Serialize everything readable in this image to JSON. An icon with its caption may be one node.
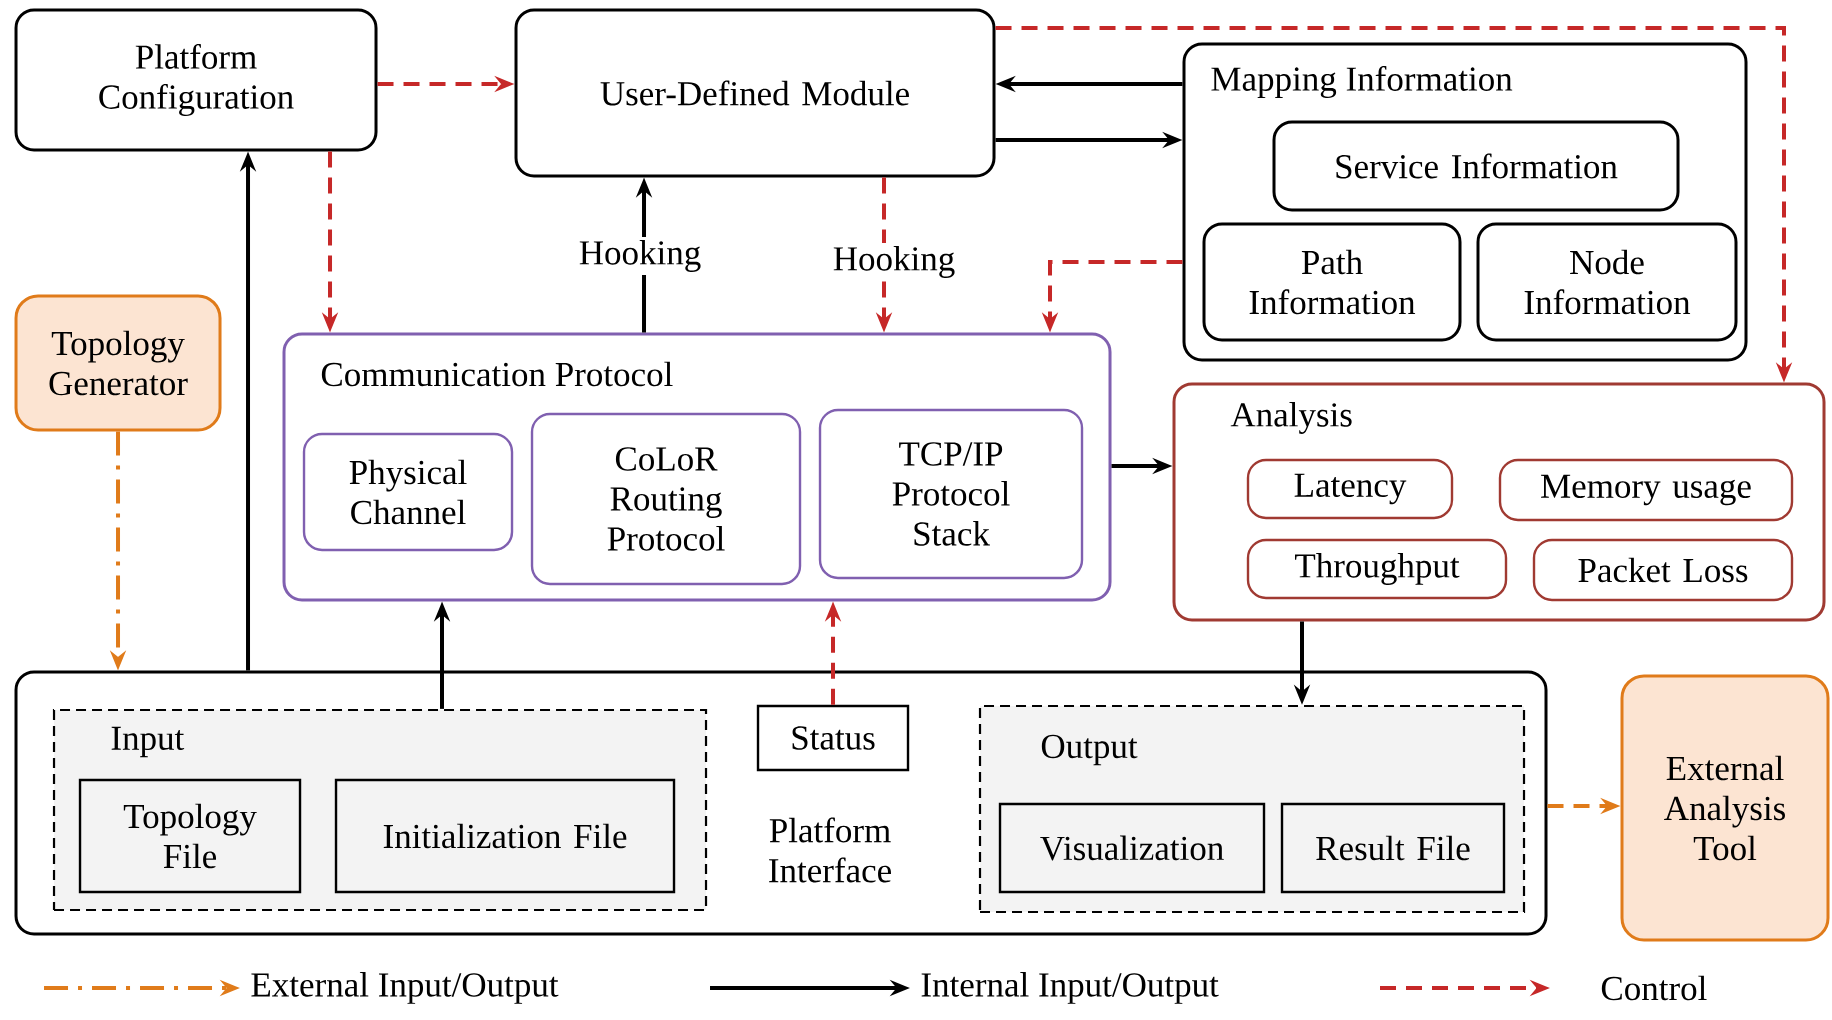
{
  "diagram": {
    "nodes": [
      {
        "text": [
          "Platform Configuration"
        ]
      },
      {
        "text": [
          "User-Defined Module"
        ]
      },
      {
        "text": [
          "Mapping Information"
        ]
      },
      {
        "text": [
          "Service Information"
        ],
        "in": 2
      },
      {
        "text": [
          "Path Information"
        ],
        "in": 2
      },
      {
        "text": [
          "Node Information"
        ],
        "in": 2
      },
      {
        "text": [
          "Topology Generator"
        ]
      },
      {
        "text": [
          "Communication Protocol"
        ]
      },
      {
        "text": [
          "Physical Channel"
        ],
        "in": 7
      },
      {
        "text": [
          "CoLoR Routing Protocol"
        ],
        "in": 7
      },
      {
        "text": [
          "TCP/IP Protocol Stack"
        ],
        "in": 7
      },
      {
        "text": [
          "Analysis"
        ]
      },
      {
        "text": [
          "Latency"
        ],
        "in": 11
      },
      {
        "text": [
          "Memory usage"
        ],
        "in": 11
      },
      {
        "text": [
          "Throughput"
        ],
        "in": 11
      },
      {
        "text": [
          "Packet Loss"
        ],
        "in": 11
      },
      {
        "text": [
          "Platform Interface"
        ]
      },
      {
        "text": [
          "Input"
        ],
        "in": 16
      },
      {
        "text": [
          "Topology File"
        ],
        "in": 17
      },
      {
        "text": [
          "Initialization File"
        ],
        "in": 17
      },
      {
        "text": [
          "Status"
        ],
        "in": 16
      },
      {
        "text": [
          "Output"
        ],
        "in": 16
      },
      {
        "text": [
          "Visualization"
        ],
        "in": 21
      },
      {
        "text": [
          "Result File"
        ],
        "in": 21
      },
      {
        "text": [
          "External Analysis Tool"
        ]
      }
    ],
    "edges": [
      {
        "from": 0,
        "to": 1,
        "arrow": "to",
        "style": "dashed",
        "color": "#c62828"
      },
      {
        "from": 0,
        "to": 7,
        "arrow": "to",
        "style": "dashed",
        "color": "#c62828"
      },
      {
        "from": 16,
        "to": 0,
        "arrow": "to"
      },
      {
        "from": 7,
        "to": 1,
        "arrow": "to",
        "label": "Hooking"
      },
      {
        "from": 1,
        "to": 7,
        "arrow": "to",
        "label": "Hooking",
        "style": "dashed",
        "color": "#c62828"
      },
      {
        "from": 2,
        "to": 1,
        "arrow": "to"
      },
      {
        "from": 1,
        "to": 2,
        "arrow": "to"
      },
      {
        "from": 2,
        "to": 7,
        "arrow": "to",
        "style": "dashed",
        "color": "#c62828"
      },
      {
        "from": 1,
        "to": 11,
        "arrow": "to",
        "style": "dashed",
        "color": "#c62828"
      },
      {
        "from": 6,
        "to": 16,
        "arrow": "to",
        "style": "dashed",
        "color": "#e07b1a"
      },
      {
        "from": 17,
        "to": 7,
        "arrow": "to"
      },
      {
        "from": 20,
        "to": 7,
        "arrow": "to",
        "style": "dashed",
        "color": "#c62828"
      },
      {
        "from": 7,
        "to": 11,
        "arrow": "to"
      },
      {
        "from": 11,
        "to": 21,
        "arrow": "to"
      },
      {
        "from": 16,
        "to": 24,
        "arrow": "to",
        "style": "dashed",
        "color": "#e07b1a"
      }
    ],
    "legend": [
      {
        "text": "External Input/Output"
      },
      {
        "text": "Internal Input/Output"
      },
      {
        "text": "Control"
      }
    ]
  }
}
